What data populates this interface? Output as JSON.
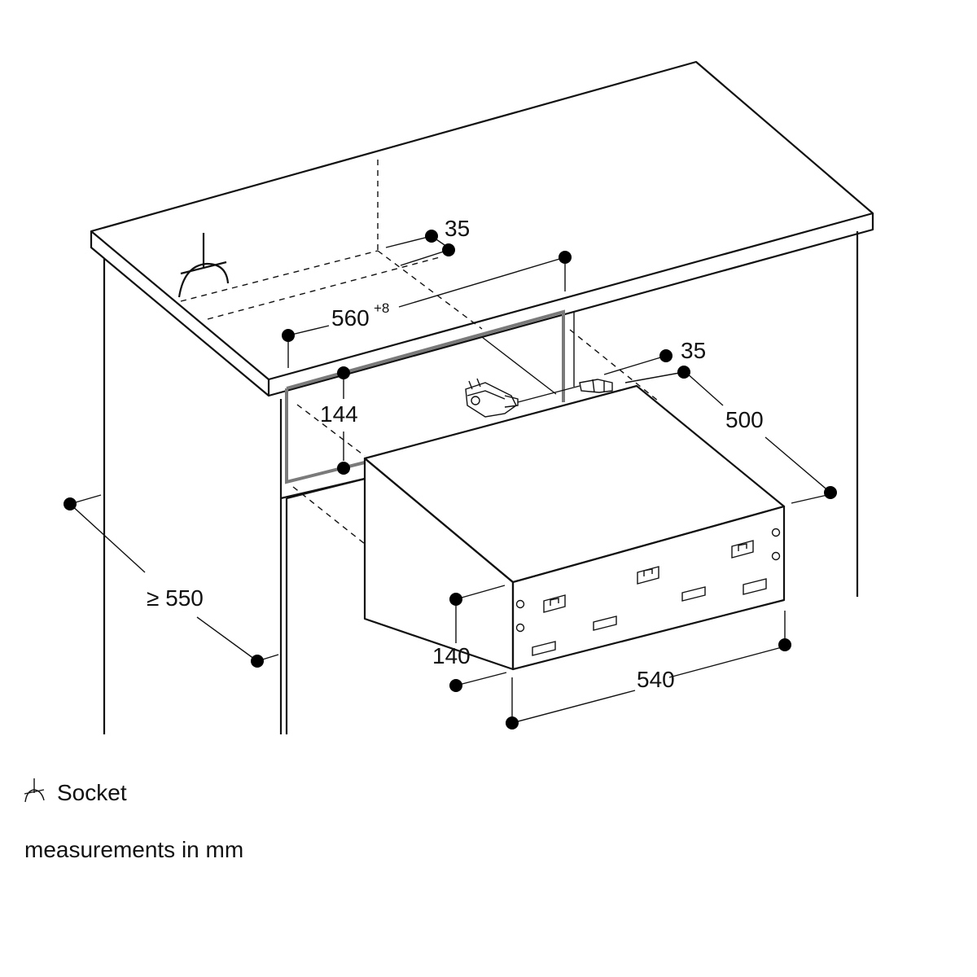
{
  "dimensions": {
    "width_top": "35",
    "cutout_width_main": "560",
    "cutout_width_sup": "+8",
    "cutout_height": "144",
    "side_offset": "35",
    "depth": "500",
    "min_cabinet_depth": "≥ 550",
    "appliance_height": "140",
    "appliance_width": "540"
  },
  "legend": {
    "socket_icon": "socket-symbol",
    "socket_label": "Socket",
    "units_note": "measurements in mm"
  },
  "colors": {
    "line": "#111111",
    "cutout_frame": "#7a7a7a",
    "appliance_side": "#eeeeee"
  }
}
